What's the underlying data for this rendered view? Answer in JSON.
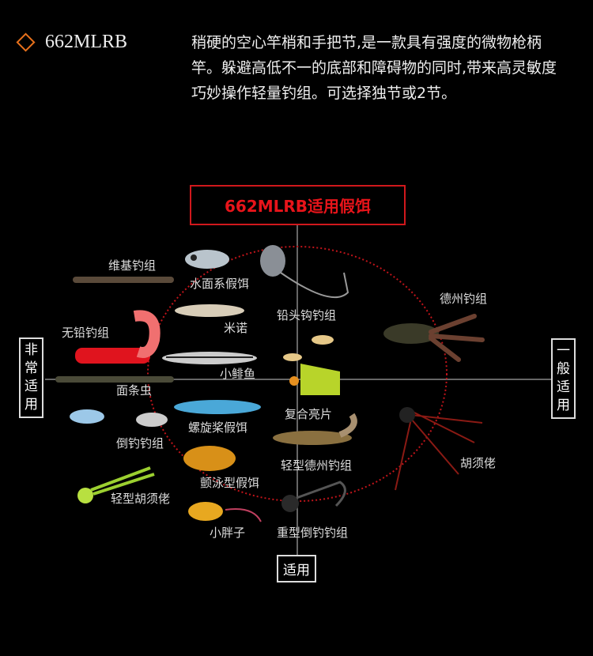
{
  "header": {
    "model": "662MLRB",
    "description_lines": [
      "稍硬的空心竿梢和手把节,是一款具有强度的微物枪柄",
      "竿。躲避高低不一的底部和障碍物的同时,带来高灵敏度",
      "巧妙操作轻量钓组。可选择独节或2节。"
    ]
  },
  "chart": {
    "title": "662MLRB适用假饵",
    "axis_left": "非常适用",
    "axis_right": "一般适用",
    "axis_bottom": "适用",
    "accent_color": "#d0181c",
    "lures": [
      "维基钓组",
      "水面系假饵",
      "铅头钩钓组",
      "米诺",
      "德州钓组",
      "无铅钓组",
      "小鲱鱼",
      "面条虫",
      "复合亮片",
      "螺旋桨假饵",
      "倒钓钓组",
      "轻型德州钓组",
      "胡须佬",
      "颤泳型假饵",
      "轻型胡须佬",
      "小胖子",
      "重型倒钓钓组"
    ]
  }
}
